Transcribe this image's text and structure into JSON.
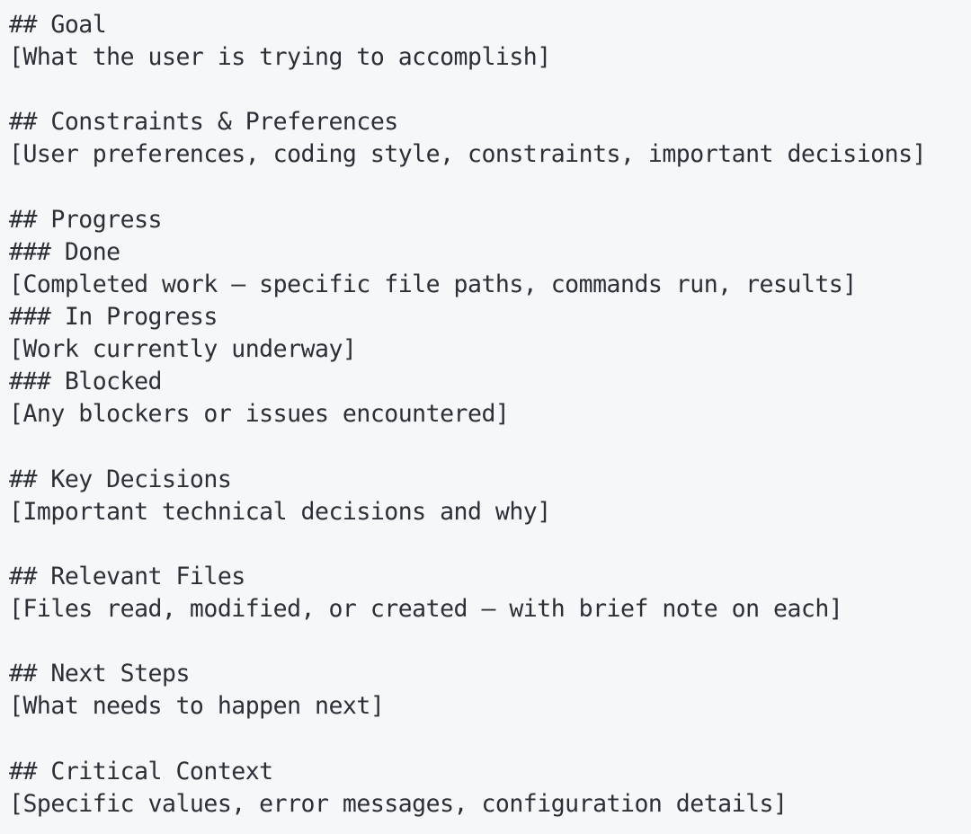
{
  "document": {
    "lines": [
      "## Goal",
      "[What the user is trying to accomplish]",
      "",
      "## Constraints & Preferences",
      "[User preferences, coding style, constraints, important decisions]",
      "",
      "## Progress",
      "### Done",
      "[Completed work — specific file paths, commands run, results]",
      "### In Progress",
      "[Work currently underway]",
      "### Blocked",
      "[Any blockers or issues encountered]",
      "",
      "## Key Decisions",
      "[Important technical decisions and why]",
      "",
      "## Relevant Files",
      "[Files read, modified, or created — with brief note on each]",
      "",
      "## Next Steps",
      "[What needs to happen next]",
      "",
      "## Critical Context",
      "[Specific values, error messages, configuration details]"
    ]
  }
}
